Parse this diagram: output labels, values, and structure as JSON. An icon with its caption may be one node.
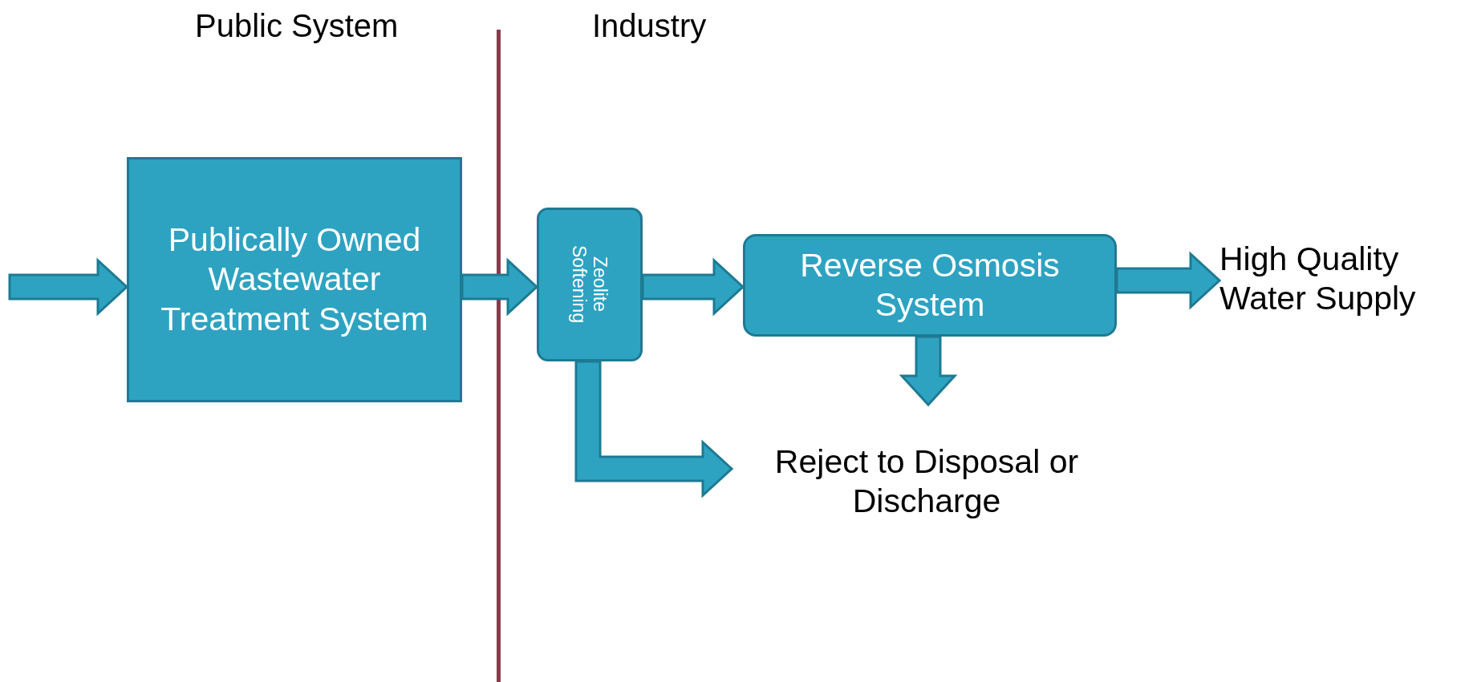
{
  "diagram": {
    "nodes": [
      {
        "text": [
          "Publically Owned Wastewater Treatment System"
        ]
      },
      {
        "text": [
          "Zeolite Softening"
        ]
      },
      {
        "text": [
          "Reverse Osmosis System"
        ]
      },
      {
        "text": [
          "High Quality Water Supply"
        ]
      },
      {
        "text": [
          "Reject to Disposal or Discharge"
        ]
      }
    ],
    "edges": [
      {
        "from": null,
        "to": 0,
        "arrow": "to"
      },
      {
        "from": 0,
        "to": 1,
        "arrow": "to"
      },
      {
        "from": 1,
        "to": 2,
        "arrow": "to"
      },
      {
        "from": 2,
        "to": 3,
        "arrow": "to"
      },
      {
        "from": 2,
        "to": null,
        "arrow": "to"
      },
      {
        "from": 1,
        "to": 4,
        "arrow": "to"
      }
    ],
    "labels": [
      "Public System",
      "Industry"
    ]
  }
}
